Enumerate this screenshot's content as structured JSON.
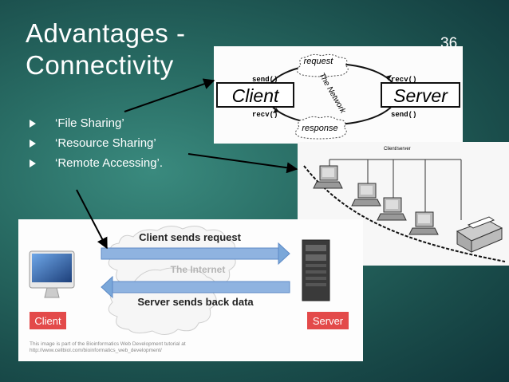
{
  "slide": {
    "title_line1": "Advantages -",
    "title_line2": "Connectivity",
    "number": "36"
  },
  "bullets": [
    "‘File Sharing’",
    "‘Resource Sharing’",
    "‘Remote Accessing’."
  ],
  "diagram1": {
    "client": "Client",
    "server": "Server",
    "send_left": "send()",
    "recv_left": "recv()",
    "recv_right": "recv()",
    "send_right": "send()",
    "request": "request",
    "response": "response",
    "network": "The Network"
  },
  "diagram2": {
    "label": "Client/server"
  },
  "diagram3": {
    "request": "Client sends request",
    "internet": "The Internet",
    "response": "Server  sends back data",
    "client": "Client",
    "server": "Server",
    "credit_line1": "This image is part of the Bioinformatics Web Development tutorial at",
    "credit_line2": "http://www.cellbiol.com/bioinformatics_web_development/"
  },
  "colors": {
    "label_red": "#e34a4a",
    "arrow_blue": "#7aa7d9"
  }
}
